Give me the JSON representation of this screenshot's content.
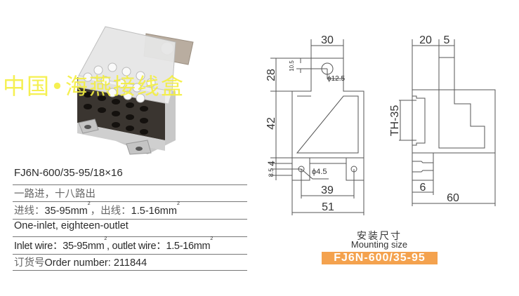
{
  "watermark": "中国•海燕接线盒",
  "specs": {
    "model": "FJ6N-600/35-95/18×16",
    "desc_cn": "一路进，十八路出",
    "wire_cn_in_label": "进线：",
    "wire_cn_in": "35-95mm",
    "wire_cn_out_label": "，出线：",
    "wire_cn_out": "1.5-16mm",
    "desc_en": "One-inlet, eighteen-outlet",
    "wire_en_in_label": "Inlet wire：",
    "wire_en_in": "35-95mm",
    "wire_en_out_label": ", outlet wire：",
    "wire_en_out": "1.5-16mm",
    "sup": "2",
    "order_cn": "订货号",
    "order_label": "Order number:",
    "order_number": "211844"
  },
  "drawing": {
    "dims": {
      "d30": "30",
      "d28": "28",
      "d10_5": "10.5",
      "d12_5": "ϕ12.5",
      "d42": "42",
      "d4": "4",
      "d8_5": "8.5",
      "d4_5": "ϕ4.5",
      "d39": "39",
      "d51": "51",
      "d20": "20",
      "d5": "5",
      "th35": "TH-35",
      "d6": "6",
      "d60": "60"
    },
    "caption_cn": "安装尺寸",
    "caption_en": "Mounting size",
    "badge": "FJ6N-600/35-95",
    "badge_color": "#f4a24e"
  }
}
